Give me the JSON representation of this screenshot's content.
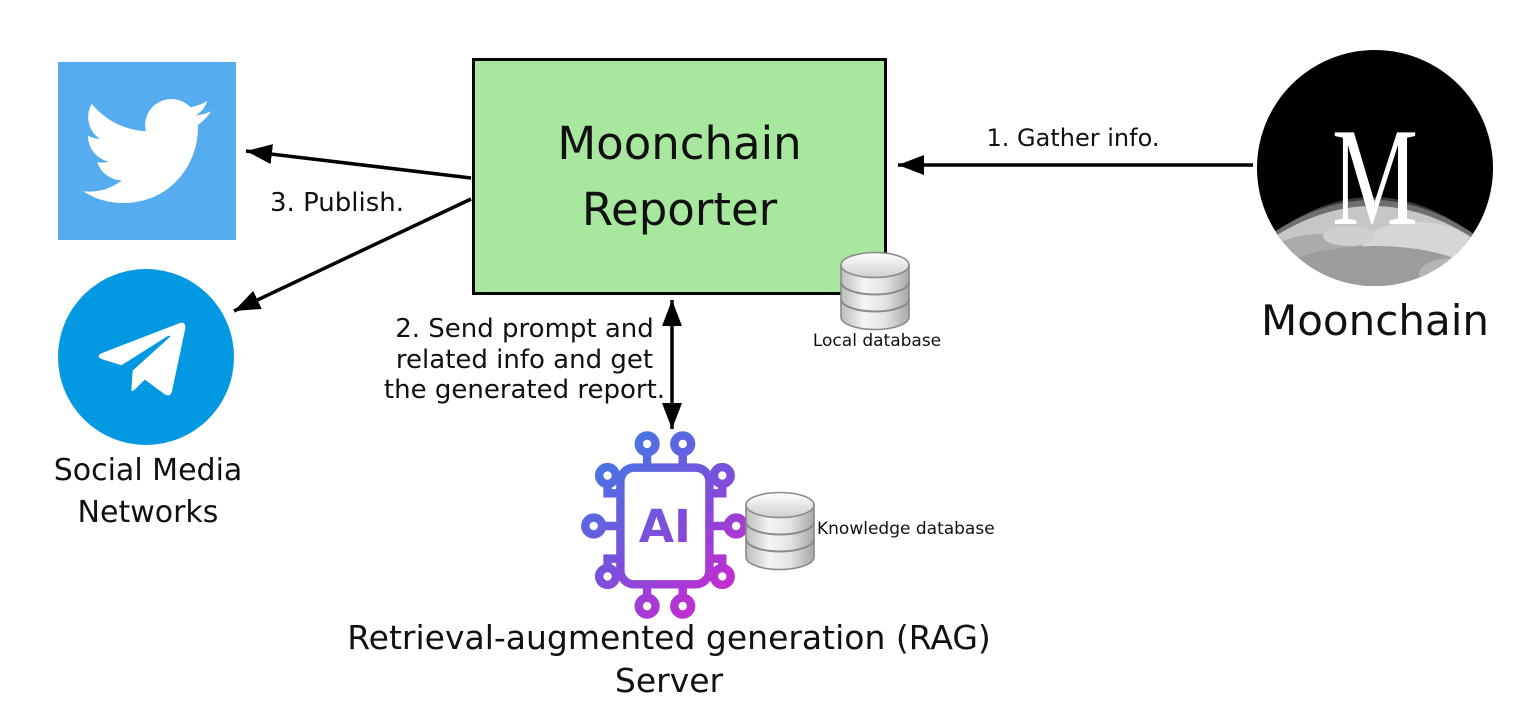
{
  "title": "Moonchain Reporter architecture diagram",
  "reporter_box": {
    "lines": [
      "Moonchain",
      "Reporter"
    ],
    "fill": "#A8E89E"
  },
  "social_media": {
    "lines": [
      "Social Media",
      "Networks"
    ]
  },
  "moonchain": {
    "label": "Moonchain",
    "monogram": "M"
  },
  "steps": {
    "gather": "1. Gather info.",
    "send_prompt": {
      "lines": [
        "2. Send prompt and",
        "related info and get",
        "the generated report."
      ]
    },
    "publish": "3. Publish."
  },
  "databases": {
    "local": "Local database",
    "knowledge": "Knowledge database"
  },
  "ai_chip": {
    "label": "AI"
  },
  "rag_server": {
    "lines": [
      "Retrieval-augmented generation (RAG)",
      "Server"
    ]
  },
  "icons": {
    "twitter": "twitter-bird-icon",
    "telegram": "telegram-plane-icon",
    "local_database": "database-cylinder-icon",
    "knowledge_database": "database-cylinder-icon",
    "rag": "ai-chip-icon",
    "moonchain": "moonchain-moon-logo"
  },
  "colors": {
    "twitter_blue": "#55ACEE",
    "telegram_blue": "#0398E2",
    "box_green": "#A8E89E",
    "box_border": "#000000",
    "chip_blue": "#3D7DE4",
    "chip_purple": "#7B4FDC",
    "chip_magenta": "#D524CE",
    "arrow_black": "#000000",
    "moon_gray": "#BDBDBD"
  }
}
